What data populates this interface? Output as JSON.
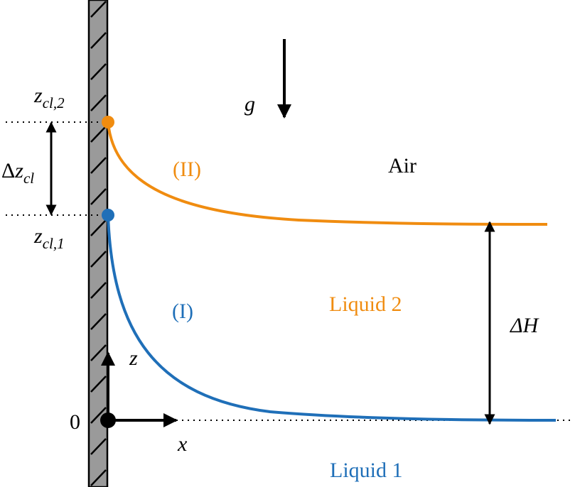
{
  "labels": {
    "g": "g",
    "air": "Air",
    "liquid1": "Liquid 1",
    "liquid2": "Liquid 2",
    "interface1": "(I)",
    "interface2": "(II)",
    "origin": "0",
    "x_axis": "x",
    "z_axis": "z",
    "delta_H": "ΔH",
    "delta_zcl_delta": "Δ",
    "delta_zcl_z": "z",
    "delta_zcl_sub": "cl",
    "zcl2_z": "z",
    "zcl2_sub": "cl,2",
    "zcl1_z": "z",
    "zcl1_sub": "cl,1"
  },
  "colors": {
    "interface_1": "#1f6fb8",
    "interface_2": "#f08c10",
    "wall": "#9a9a9a",
    "ink": "#000000"
  }
}
